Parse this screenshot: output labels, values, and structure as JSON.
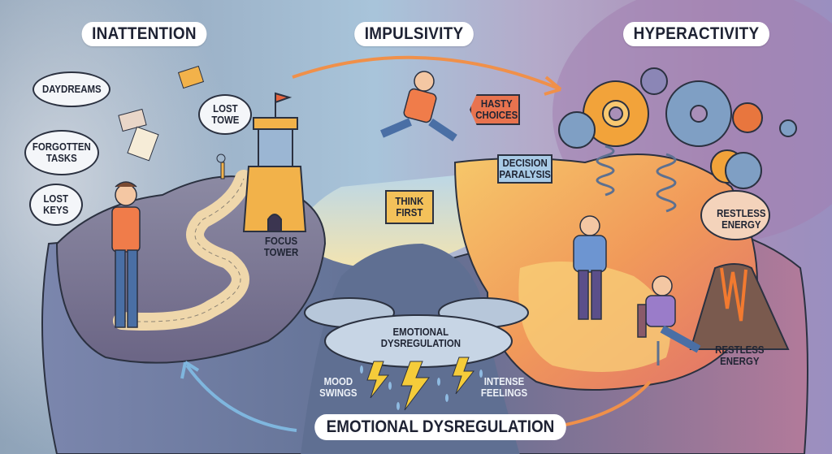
{
  "infographic": {
    "sections": [
      {
        "id": "inattention",
        "title": "INATTENTION"
      },
      {
        "id": "impulsivity",
        "title": "IMPULSIVITY"
      },
      {
        "id": "hyperactivity",
        "title": "HYPERACTIVITY"
      }
    ],
    "inattention": {
      "thought_bubbles": [
        "DAYDREAMS",
        "FORGOTTEN\nTASKS",
        "LOST\nKEYS",
        "LOST\nTOWE"
      ],
      "landmark": "FOCUS\nTOWER"
    },
    "impulsivity": {
      "signs": [
        {
          "text": "HASTY\nCHOICES",
          "color": "#e8734f"
        },
        {
          "text": "DECISION\nPARALYSIS",
          "color": "#a9cbe6"
        },
        {
          "text": "THINK\nFIRST",
          "color": "#f3c15a"
        }
      ]
    },
    "hyperactivity": {
      "labels": [
        "RESTLESS\nENERGY",
        "RESTLESS\nENERGY"
      ]
    },
    "emotional": {
      "cloud_label": "EMOTIONAL\nDYSREGULATION",
      "left_label": "MOOD\nSWINGS",
      "right_label": "INTENSE\nFEELINGS",
      "footer_title": "EMOTIONAL DYSREGULATION"
    },
    "colors": {
      "arrow_orange": "#f0904a",
      "arrow_blue": "#7fb6de",
      "gear_orange": "#f2a33a",
      "gear_blue": "#7f9fc4",
      "lava": "#f27a30",
      "shirt_orange": "#f07c4a",
      "jeans_blue": "#4a6fa5"
    }
  }
}
